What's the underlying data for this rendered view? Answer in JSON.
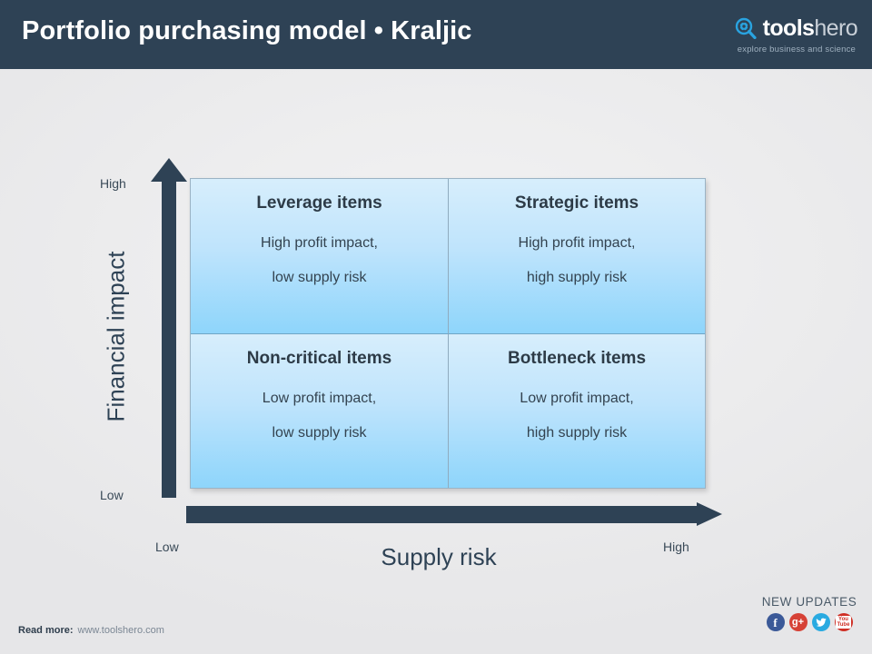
{
  "header": {
    "title": "Portfolio purchasing model • Kraljic",
    "logo": {
      "mark": "magnifier-gear-icon",
      "word_bold": "tools",
      "word_light": "hero",
      "tagline": "explore business and science"
    },
    "background_color": "#2e4255"
  },
  "matrix": {
    "quadrants": [
      {
        "id": "leverage",
        "title": "Leverage items",
        "line1": "High profit impact,",
        "line2": "low supply  risk",
        "position": "top-left"
      },
      {
        "id": "strategic",
        "title": "Strategic items",
        "line1": "High profit impact,",
        "line2": "high supply risk",
        "position": "top-right"
      },
      {
        "id": "non-critical",
        "title": "Non-critical items",
        "line1": "Low profit impact,",
        "line2": "low supply  risk",
        "position": "bottom-left"
      },
      {
        "id": "bottleneck",
        "title": "Bottleneck items",
        "line1": "Low profit impact,",
        "line2": "high supply risk",
        "position": "bottom-right"
      }
    ],
    "fill_top_color": "#d7eefc",
    "fill_bottom_color": "#8ed5fb",
    "border_color": "#9bb3c4"
  },
  "axes": {
    "y": {
      "label": "Financial impact",
      "tick_high": "High",
      "tick_low": "Low",
      "arrow_color": "#2e4255",
      "direction": "up"
    },
    "x": {
      "label": "Supply risk",
      "tick_low": "Low",
      "tick_high": "High",
      "arrow_color": "#2e4255",
      "direction": "right"
    }
  },
  "footer": {
    "read_more_label": "Read more:",
    "read_more_url": "www.toolshero.com",
    "updates_title": "NEW UPDATES",
    "social": [
      {
        "id": "facebook",
        "glyph": "f",
        "color": "#3b5998"
      },
      {
        "id": "googleplus",
        "glyph": "g+",
        "color": "#d64136"
      },
      {
        "id": "twitter",
        "glyph": "t",
        "color": "#29aae1"
      },
      {
        "id": "youtube",
        "glyph": "You Tube",
        "color": "#cf2e24"
      }
    ]
  }
}
